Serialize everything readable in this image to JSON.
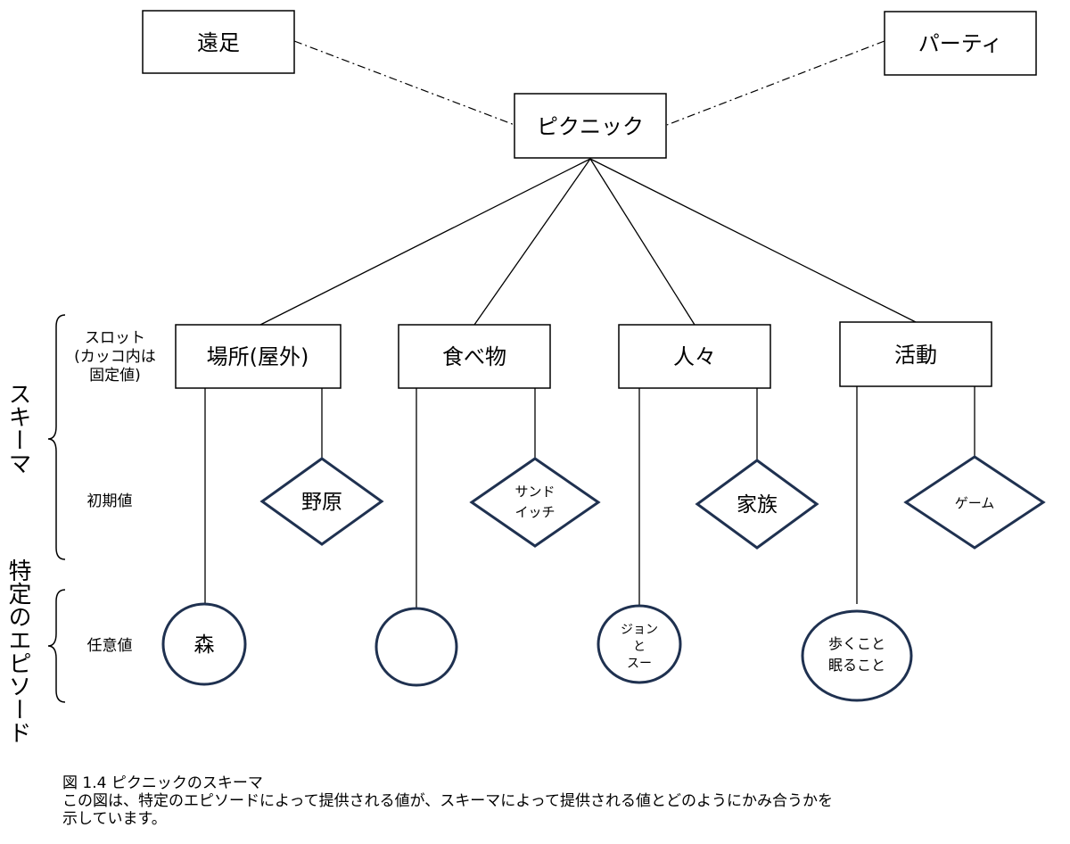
{
  "nodes": {
    "related_left": "遠足",
    "related_right": "パーティ",
    "root": "ピクニック",
    "slots": [
      "場所(屋外)",
      "食べ物",
      "人々",
      "活動"
    ]
  },
  "defaults": {
    "d0": [
      "野原"
    ],
    "d1": [
      "サンド",
      "イッチ"
    ],
    "d2": [
      "家族"
    ],
    "d3": [
      "ゲーム"
    ]
  },
  "values": {
    "v0": [
      "森"
    ],
    "v1": [],
    "v2": [
      "ジョン",
      "と",
      "スー"
    ],
    "v3": [
      "歩くこと",
      "眠ること"
    ]
  },
  "left_labels": {
    "slot": [
      "スロット",
      "(カッコ内は",
      "固定値)"
    ],
    "default": "初期値",
    "optional": "任意値"
  },
  "vertical_labels": {
    "schema": "スキーマ",
    "episode": "特定のエピソード"
  },
  "caption": {
    "line1": "図 1.4  ピクニックのスキーマ",
    "line2": "この図は、特定のエピソードによって提供される値が、スキーマによって提供される値とどのようにかみ合うかを",
    "line3": "示しています。"
  }
}
